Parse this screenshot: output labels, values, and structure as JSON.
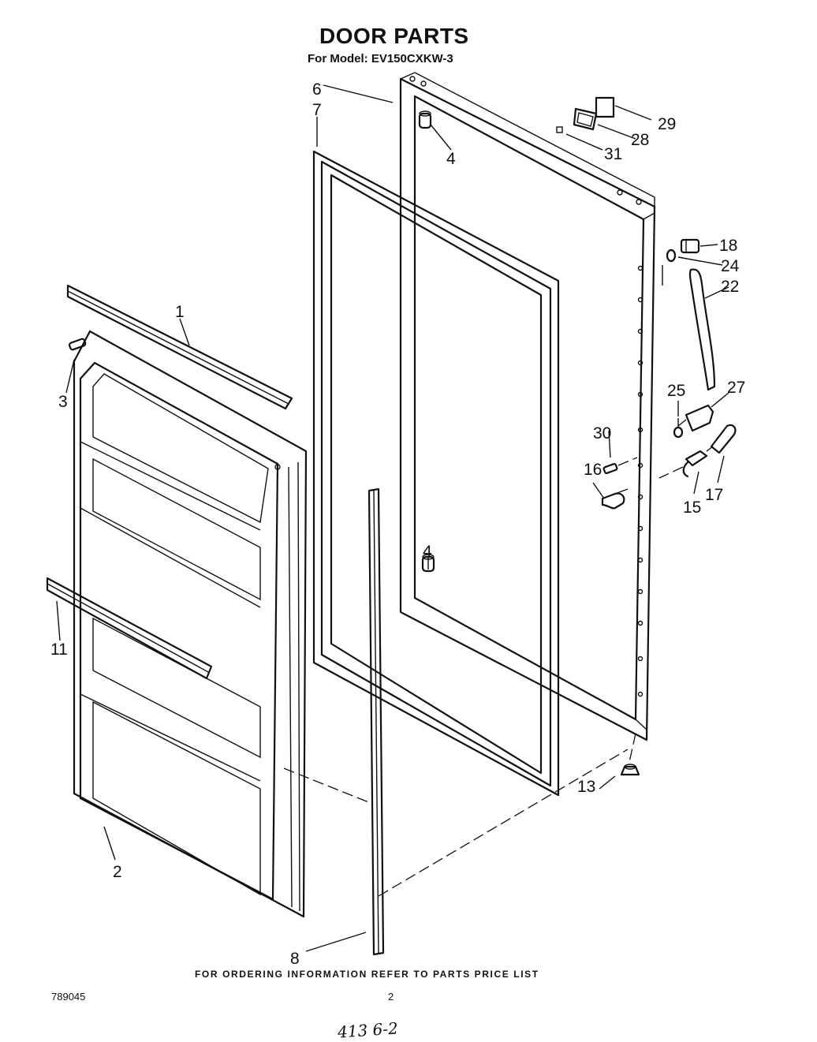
{
  "header": {
    "title": "DOOR PARTS",
    "model_line": "For Model: EV150CXKW-3"
  },
  "footer": {
    "ordering_note": "FOR ORDERING INFORMATION REFER TO PARTS PRICE LIST",
    "doc_number": "789045",
    "page_number": "2",
    "handwritten_note": "413 6-2"
  },
  "callouts": [
    {
      "id": "1",
      "label": "1",
      "part": "door-trim-strip"
    },
    {
      "id": "2",
      "label": "2",
      "part": "inner-door-liner"
    },
    {
      "id": "3",
      "label": "3",
      "part": "screw"
    },
    {
      "id": "4a",
      "label": "4",
      "part": "door-stop-upper"
    },
    {
      "id": "4b",
      "label": "4",
      "part": "door-stop-lower"
    },
    {
      "id": "6",
      "label": "6",
      "part": "outer-door-panel"
    },
    {
      "id": "7",
      "label": "7",
      "part": "door-gasket"
    },
    {
      "id": "8",
      "label": "8",
      "part": "breaker-strip"
    },
    {
      "id": "11",
      "label": "11",
      "part": "shelf-bar"
    },
    {
      "id": "13",
      "label": "13",
      "part": "hinge-bushing"
    },
    {
      "id": "15",
      "label": "15",
      "part": "lock-cylinder"
    },
    {
      "id": "16",
      "label": "16",
      "part": "strike"
    },
    {
      "id": "17",
      "label": "17",
      "part": "key"
    },
    {
      "id": "18",
      "label": "18",
      "part": "plug-button"
    },
    {
      "id": "22",
      "label": "22",
      "part": "handle"
    },
    {
      "id": "24",
      "label": "24",
      "part": "washer"
    },
    {
      "id": "25",
      "label": "25",
      "part": "screw"
    },
    {
      "id": "27",
      "label": "27",
      "part": "lock-assembly"
    },
    {
      "id": "28",
      "label": "28",
      "part": "nameplate"
    },
    {
      "id": "29",
      "label": "29",
      "part": "label"
    },
    {
      "id": "30",
      "label": "30",
      "part": "screw"
    },
    {
      "id": "31",
      "label": "31",
      "part": "clip"
    }
  ]
}
